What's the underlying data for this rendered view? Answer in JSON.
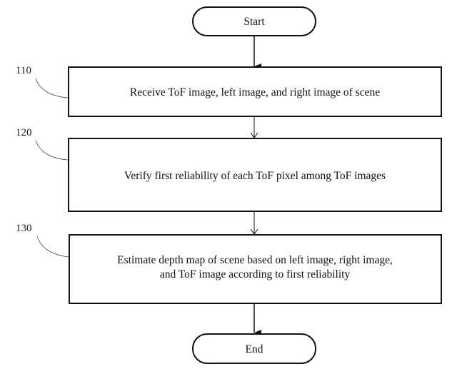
{
  "flowchart": {
    "start": "Start",
    "end": "End",
    "steps": [
      {
        "ref": "110",
        "text": "Receive ToF image, left image, and right image of scene"
      },
      {
        "ref": "120",
        "text": "Verify first reliability of each ToF pixel among ToF images"
      },
      {
        "ref": "130",
        "text_line1": "Estimate depth map of scene based on left image, right image,",
        "text_line2": "and ToF image according to first reliability"
      }
    ]
  }
}
